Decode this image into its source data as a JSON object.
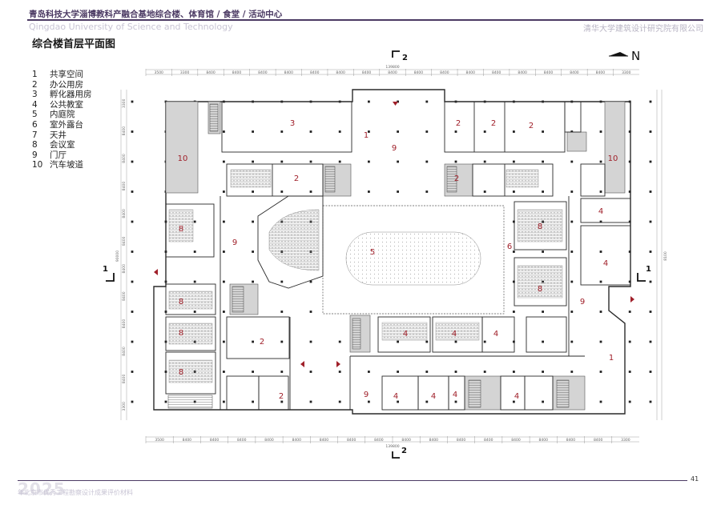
{
  "header": {
    "title": "青岛科技大学淄博教科产融合基地综合楼、体育馆 / 食堂 / 活动中心",
    "subtitle_en": "Qingdao University of Science and Technology",
    "org": "清华大学建筑设计研究院有限公司"
  },
  "plan_title": "综合楼首层平面图",
  "legend": [
    {
      "num": "1",
      "label": "共享空间"
    },
    {
      "num": "2",
      "label": "办公用房"
    },
    {
      "num": "3",
      "label": "孵化器用房"
    },
    {
      "num": "4",
      "label": "公共教室"
    },
    {
      "num": "5",
      "label": "内庭院"
    },
    {
      "num": "6",
      "label": "室外露台"
    },
    {
      "num": "7",
      "label": "天井"
    },
    {
      "num": "8",
      "label": "会议室"
    },
    {
      "num": "9",
      "label": "门厅"
    },
    {
      "num": "10",
      "label": "汽车坡道"
    }
  ],
  "north_label": "N",
  "section_marks": {
    "top": "2",
    "bottom": "2",
    "left": "1",
    "right": "1"
  },
  "room_labels": [
    "1",
    "1",
    "2",
    "2",
    "2",
    "2",
    "2",
    "2",
    "2",
    "3",
    "4",
    "4",
    "4",
    "4",
    "4",
    "4",
    "4",
    "4",
    "4",
    "5",
    "6",
    "8",
    "8",
    "8",
    "8",
    "8",
    "8",
    "9",
    "9",
    "9",
    "9",
    "10",
    "10"
  ],
  "dimensions": {
    "top_total": "139800",
    "top": [
      "3500",
      "3300",
      "8400",
      "8400",
      "8400",
      "8400",
      "8400",
      "8400",
      "8400",
      "8400",
      "8400",
      "8400",
      "8400",
      "8400",
      "8400",
      "8400",
      "8400",
      "8400",
      "3300"
    ],
    "bottom_total": "139800",
    "bottom": [
      "3500",
      "8400",
      "8400",
      "8400",
      "8400",
      "8400",
      "8400",
      "8400",
      "8400",
      "8400",
      "8400",
      "8400",
      "8400",
      "8400",
      "8400",
      "8400",
      "8400",
      "3300"
    ],
    "left_total": "90000",
    "left": [
      "3300",
      "8400",
      "8400",
      "8400",
      "8400",
      "8400",
      "8400",
      "8400",
      "8400",
      "8400",
      "8400",
      "3300"
    ],
    "right_total": "8100"
  },
  "footer": {
    "year": "2025",
    "note": "年北京市优秀工程勘察设计成果评价材料",
    "page_number": "41"
  },
  "colors": {
    "accent": "#4b3a63",
    "room_label": "#a0202a",
    "wall": "#2a2a2a",
    "gray_fill": "#d4d4d4"
  }
}
